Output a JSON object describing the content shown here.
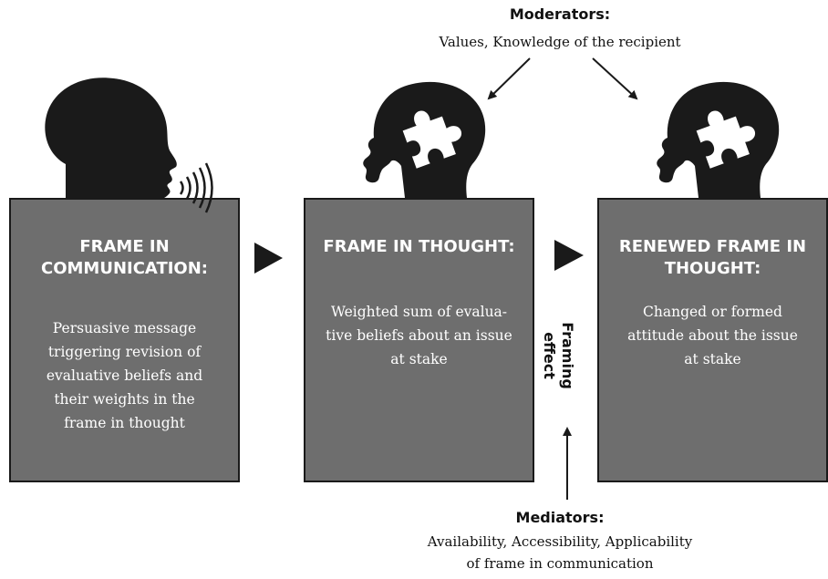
{
  "moderators": {
    "label": "Moderators:",
    "text": "Values, Knowledge of the recipient"
  },
  "mediators": {
    "label": "Mediators:",
    "line1": "Availability, Accessibility, Applicability",
    "line2": "of frame in communication"
  },
  "framing_effect": "Framing effect",
  "boxes": [
    {
      "title_lines": [
        "FRAME IN",
        "COMMUNICATION:"
      ],
      "body_lines": [
        "Persuasive message",
        "triggering revision of",
        "evaluative beliefs and",
        "their weights in the",
        "frame in thought"
      ]
    },
    {
      "title_lines": [
        "FRAME IN THOUGHT:"
      ],
      "body_lines": [
        "Weighted sum of evalua-",
        "tive beliefs about an issue",
        "at stake"
      ]
    },
    {
      "title_lines": [
        "RENEWED FRAME IN",
        "THOUGHT:"
      ],
      "body_lines": [
        "Changed or formed",
        "attitude about the issue",
        "at stake"
      ]
    }
  ],
  "colors": {
    "panel": "#6e6e6e",
    "icon": "#1a1a1a",
    "text_on_panel": "#ffffff"
  },
  "icons": [
    "speaking-head-icon",
    "puzzle-head-icon",
    "puzzle-head-icon"
  ]
}
